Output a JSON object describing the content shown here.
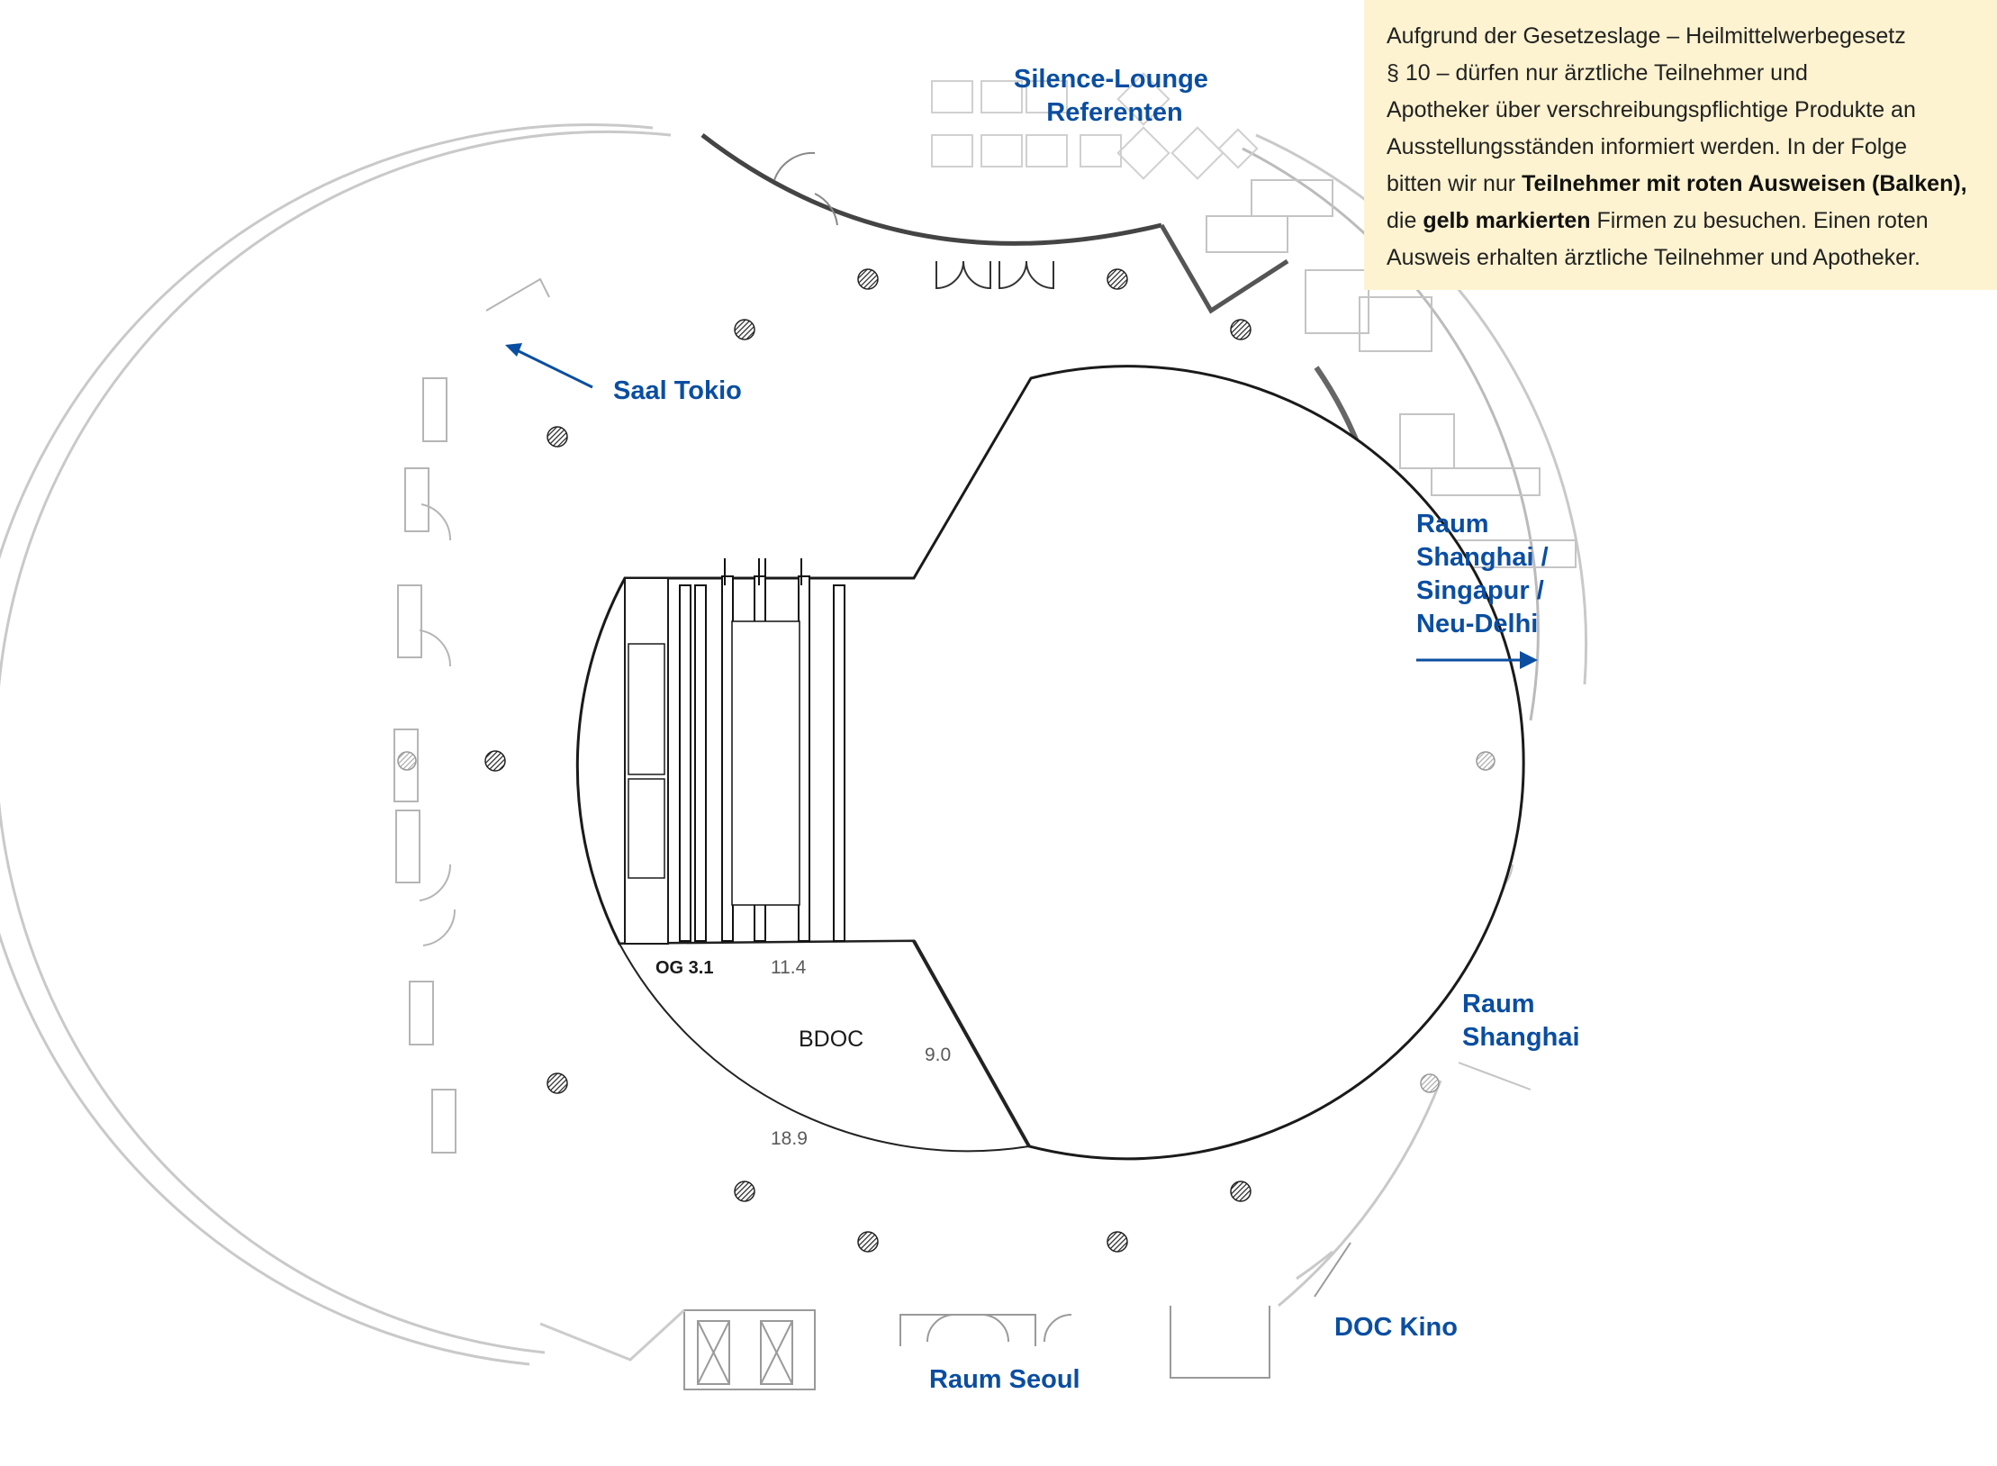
{
  "notice": {
    "line1": "Aufgrund der Gesetzeslage – Heilmittelwerbegesetz",
    "line2": "§ 10 – dürfen nur ärztliche Teilnehmer und",
    "line3": "Apotheker über verschreibungspflichtige Produkte an",
    "line4": "Ausstellungsständen informiert werden. In der Folge",
    "line5_prefix": "bitten wir nur ",
    "line5_bold": "Teilnehmer mit roten Ausweisen (Balken),",
    "line6_prefix": "die ",
    "line6_bold": "gelb markierten",
    "line6_suffix": " Firmen zu besuchen. Einen roten",
    "line7": "Ausweis erhalten ärztliche Teilnehmer und Apotheker.",
    "background_color": "#fdf3d0"
  },
  "labels": {
    "silence_lounge": [
      "Silence-Lounge",
      "Referenten"
    ],
    "saal_tokio": "Saal Tokio",
    "raum_shanghai_group": [
      "Raum",
      "Shanghai /",
      "Singapur /",
      "Neu-Delhi"
    ],
    "raum_shanghai": [
      "Raum",
      "Shanghai"
    ],
    "doc_kino": "DOC Kino",
    "raum_seoul": "Raum Seoul",
    "label_color": "#0a4ea1"
  },
  "plan": {
    "level_code": "OG 3.1",
    "room_name": "BDOC",
    "stand_numbers": [
      "11.4",
      "9.0",
      "18.9"
    ]
  },
  "icons": {
    "arrow_tokio": "arrow-up-left-icon",
    "arrow_shanghai": "arrow-right-icon",
    "column": "column-hatched-circle-icon"
  }
}
